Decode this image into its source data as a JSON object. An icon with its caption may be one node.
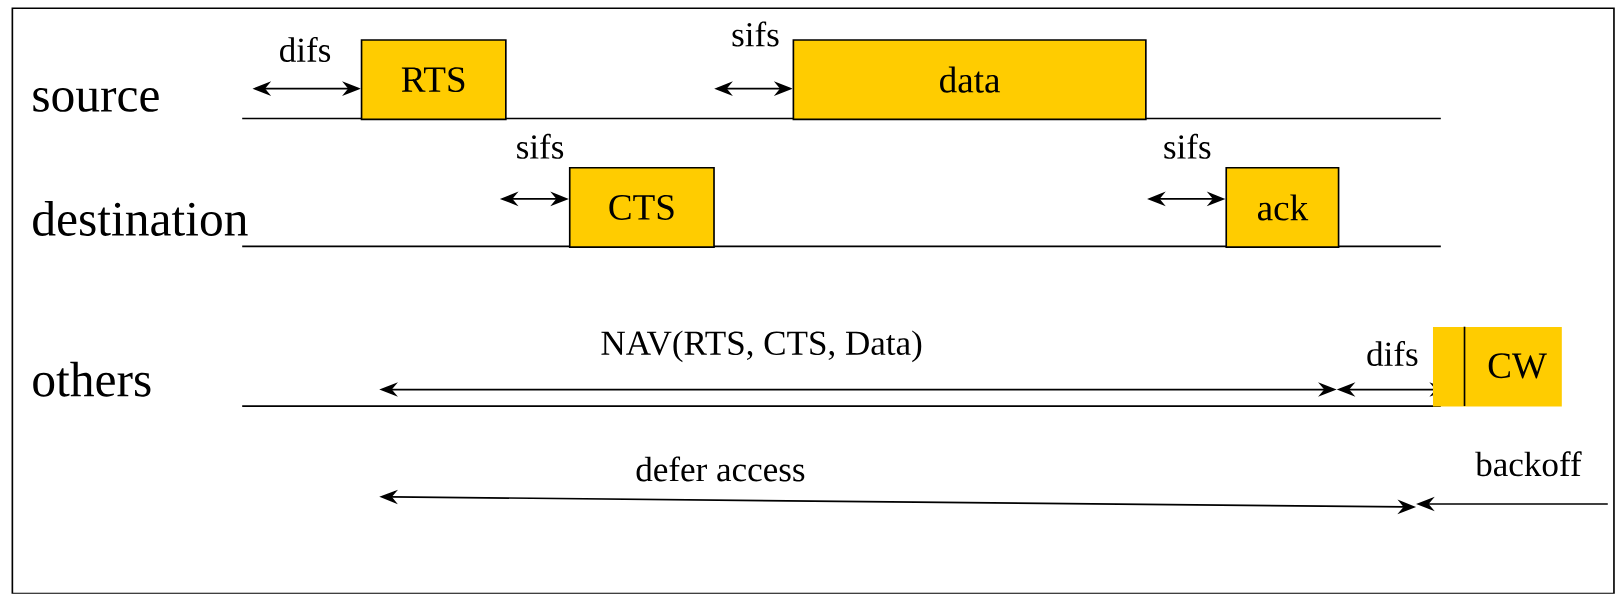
{
  "diagram": {
    "nodes": [
      {
        "text": [
          "RTS"
        ]
      },
      {
        "text": [
          "data"
        ]
      },
      {
        "text": [
          "CTS"
        ]
      },
      {
        "text": [
          "ack"
        ]
      },
      {
        "text": [
          "CW"
        ]
      }
    ],
    "labels": [
      "source",
      "destination",
      "others",
      "difs",
      "sifs",
      "sifs",
      "sifs",
      "NAV(RTS, CTS, Data)",
      "difs",
      "defer access",
      "backoff"
    ]
  }
}
